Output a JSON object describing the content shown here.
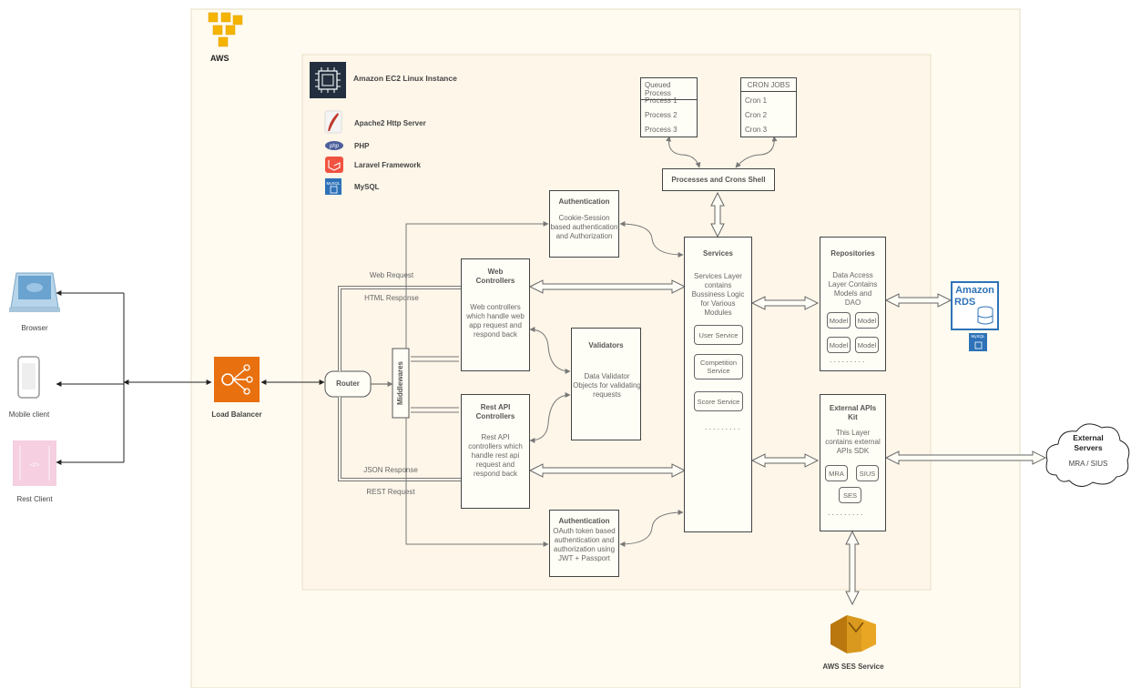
{
  "aws": {
    "label": "AWS"
  },
  "ec2": {
    "label": "Amazon EC2 Linux Instance"
  },
  "stack": [
    {
      "label": "Apache2 Http Server",
      "icon": "feather-icon"
    },
    {
      "label": "PHP",
      "icon": "php-icon"
    },
    {
      "label": "Laravel Framework",
      "icon": "laravel-icon"
    },
    {
      "label": "MySQL",
      "icon": "mysql-icon"
    }
  ],
  "clients": {
    "browser": "Browser",
    "mobile": "Mobile client",
    "rest": "Rest Client"
  },
  "load_balancer": "Load Balancer",
  "router": "Router",
  "middlewares": "Middlewares",
  "edges": {
    "web_request": "Web Request",
    "html_response": "HTML Response",
    "json_response": "JSON Response",
    "rest_request": "REST Request"
  },
  "web_controllers": {
    "title": "Web\nControllers",
    "desc": "Web controllers\nwhich handle web\napp request and\nrespond back"
  },
  "rest_controllers": {
    "title": "Rest API\nControllers",
    "desc": "Rest API\ncontrollers which\nhandle rest api\nrequest and\nrespond back"
  },
  "auth_cookie": {
    "title": "Authentication",
    "desc": "Cookie-Session\nbased authentication\nand Authorization"
  },
  "auth_oauth": {
    "title": "Authentication",
    "desc": "OAuth token based\nauthentication and\nauthorization using\nJWT + Passport"
  },
  "validators": {
    "title": "Validators",
    "desc": "Data Validator\nObjects for validating\nrequests"
  },
  "queued": {
    "title": "Queued Process",
    "items": [
      "Process 1",
      "Process 2",
      "Process 3"
    ]
  },
  "cron": {
    "title": "CRON JOBS",
    "items": [
      "Cron 1",
      "Cron 2",
      "Cron 3"
    ]
  },
  "shell": "Processes and Crons Shell",
  "services": {
    "title": "Services",
    "desc": "Services Layer\ncontains\nBussiness Logic\nfor Various\nModules",
    "items": [
      "User Service",
      "Competition\nService",
      "Score Service"
    ]
  },
  "repositories": {
    "title": "Repositories",
    "desc": "Data Access\nLayer Contains\nModels and\nDAO",
    "models": [
      "Model",
      "Model",
      "Model",
      "Model"
    ]
  },
  "external_kit": {
    "title": "External APIs\nKit",
    "desc": "This Layer\ncontains external\nAPIs SDK",
    "items": [
      "MRA",
      "SIUS",
      "SES"
    ]
  },
  "rds": {
    "line1": "Amazon",
    "line2": "RDS",
    "badge": "MySQL"
  },
  "external_servers": {
    "title": "External\nServers",
    "subtitle": "MRA / SIUS"
  },
  "ses_service": "AWS SES Service",
  "colors": {
    "aws_region_fill": "#fffbf0",
    "ec2_fill": "#fdf6e9",
    "lb_orange": "#e8700f",
    "ses_gold": "#d8991e",
    "rds_blue": "#2d72b8"
  }
}
